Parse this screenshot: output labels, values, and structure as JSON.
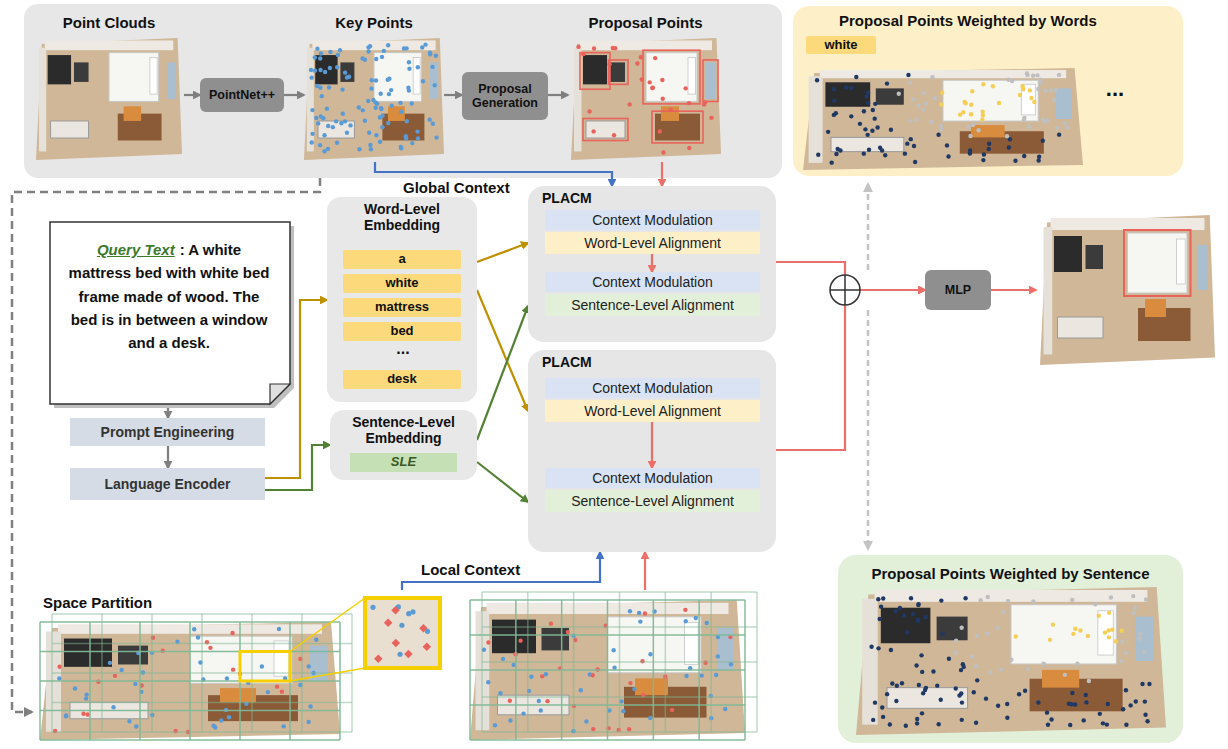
{
  "diagram": {
    "nodes": [
      {
        "text": [
          "Point Clouds"
        ]
      },
      {
        "text": [
          "PointNet++"
        ]
      },
      {
        "text": [
          "Key Points"
        ]
      },
      {
        "text": [
          "Proposal Generation"
        ]
      },
      {
        "text": [
          "Proposal Points"
        ]
      },
      {
        "text": [
          "Proposal Points Weighted by Words"
        ]
      },
      {
        "text": [
          "white"
        ],
        "in": 5
      },
      {
        "text": [
          "Query Text",
          ": A white mattress bed with white bed frame made of wood. The bed is in between a window and a desk."
        ]
      },
      {
        "text": [
          "Prompt Engineering"
        ]
      },
      {
        "text": [
          "Language Encoder"
        ]
      },
      {
        "text": [
          "Word-Level Embedding"
        ]
      },
      {
        "text": [
          "a"
        ],
        "in": 10
      },
      {
        "text": [
          "white"
        ],
        "in": 10
      },
      {
        "text": [
          "mattress"
        ],
        "in": 10
      },
      {
        "text": [
          "bed"
        ],
        "in": 10
      },
      {
        "text": [
          "desk"
        ],
        "in": 10
      },
      {
        "text": [
          "Sentence-Level Embedding"
        ]
      },
      {
        "text": [
          "SLE"
        ],
        "in": 16
      },
      {
        "text": [
          "PLACM"
        ]
      },
      {
        "text": [
          "Context Modulation"
        ],
        "in": 18
      },
      {
        "text": [
          "Word-Level Alignment"
        ],
        "in": 18
      },
      {
        "text": [
          "Context Modulation"
        ],
        "in": 18
      },
      {
        "text": [
          "Sentence-Level Alignment"
        ],
        "in": 18
      },
      {
        "text": [
          "PLACM"
        ]
      },
      {
        "text": [
          "Context Modulation"
        ],
        "in": 23
      },
      {
        "text": [
          "Word-Level Alignment"
        ],
        "in": 23
      },
      {
        "text": [
          "Context Modulation"
        ],
        "in": 23
      },
      {
        "text": [
          "Sentence-Level Alignment"
        ],
        "in": 23
      },
      {
        "text": [
          "MLP"
        ]
      },
      {
        "text": [
          "Proposal Points Weighted by Sentence"
        ]
      },
      {
        "text": [
          "Space Partition"
        ]
      }
    ],
    "edges": [
      {
        "from": 0,
        "to": 1,
        "arrow": "to"
      },
      {
        "from": 1,
        "to": 2,
        "arrow": "to"
      },
      {
        "from": 2,
        "to": 3,
        "arrow": "to"
      },
      {
        "from": 3,
        "to": 4,
        "arrow": "to"
      },
      {
        "from": 2,
        "to": 18,
        "arrow": "to",
        "label": "Global Context"
      },
      {
        "from": 4,
        "to": 18,
        "arrow": "to"
      },
      {
        "from": 7,
        "to": 8,
        "arrow": "to"
      },
      {
        "from": 8,
        "to": 9,
        "arrow": "to"
      },
      {
        "from": 9,
        "to": 10,
        "arrow": "to"
      },
      {
        "from": 9,
        "to": 16,
        "arrow": "to"
      },
      {
        "from": 10,
        "to": 18,
        "arrow": "to"
      },
      {
        "from": 10,
        "to": 23,
        "arrow": "to"
      },
      {
        "from": 16,
        "to": 18,
        "arrow": "to"
      },
      {
        "from": 16,
        "to": 23,
        "arrow": "to"
      },
      {
        "from": 20,
        "to": 21,
        "arrow": "to"
      },
      {
        "from": 25,
        "to": 26,
        "arrow": "to"
      },
      {
        "from": 18,
        "to": 28,
        "arrow": "to"
      },
      {
        "from": 23,
        "to": 28,
        "arrow": "to"
      },
      {
        "from": 30,
        "to": 23,
        "arrow": "to",
        "label": "Local Context"
      },
      {
        "from": 30,
        "to": 23,
        "arrow": "to"
      }
    ],
    "labels": [
      "...",
      "..."
    ]
  }
}
